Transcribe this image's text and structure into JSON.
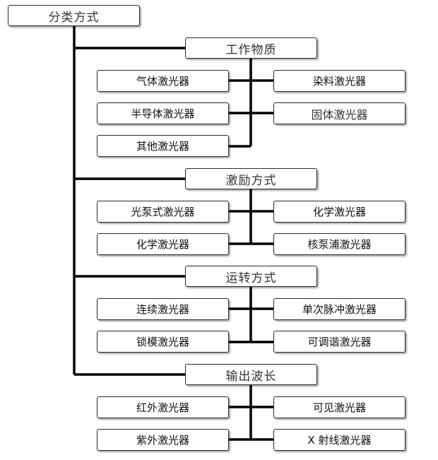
{
  "root": "分类方式",
  "sections": [
    {
      "title": "工作物质",
      "items": [
        "气体激光器",
        "染料激光器",
        "半导体激光器",
        "固体激光器",
        "其他激光器"
      ]
    },
    {
      "title": "激励方式",
      "items": [
        "光泵式激光器",
        "化学激光器",
        "化学激光器",
        "核泵浦激光器"
      ]
    },
    {
      "title": "运转方式",
      "items": [
        "连续激光器",
        "单次脉冲激光器",
        "锁模激光器",
        "可调谐激光器"
      ]
    },
    {
      "title": "输出波长",
      "items": [
        "红外激光器",
        "可见激光器",
        "紫外激光器",
        "X 射线激光器"
      ]
    }
  ]
}
